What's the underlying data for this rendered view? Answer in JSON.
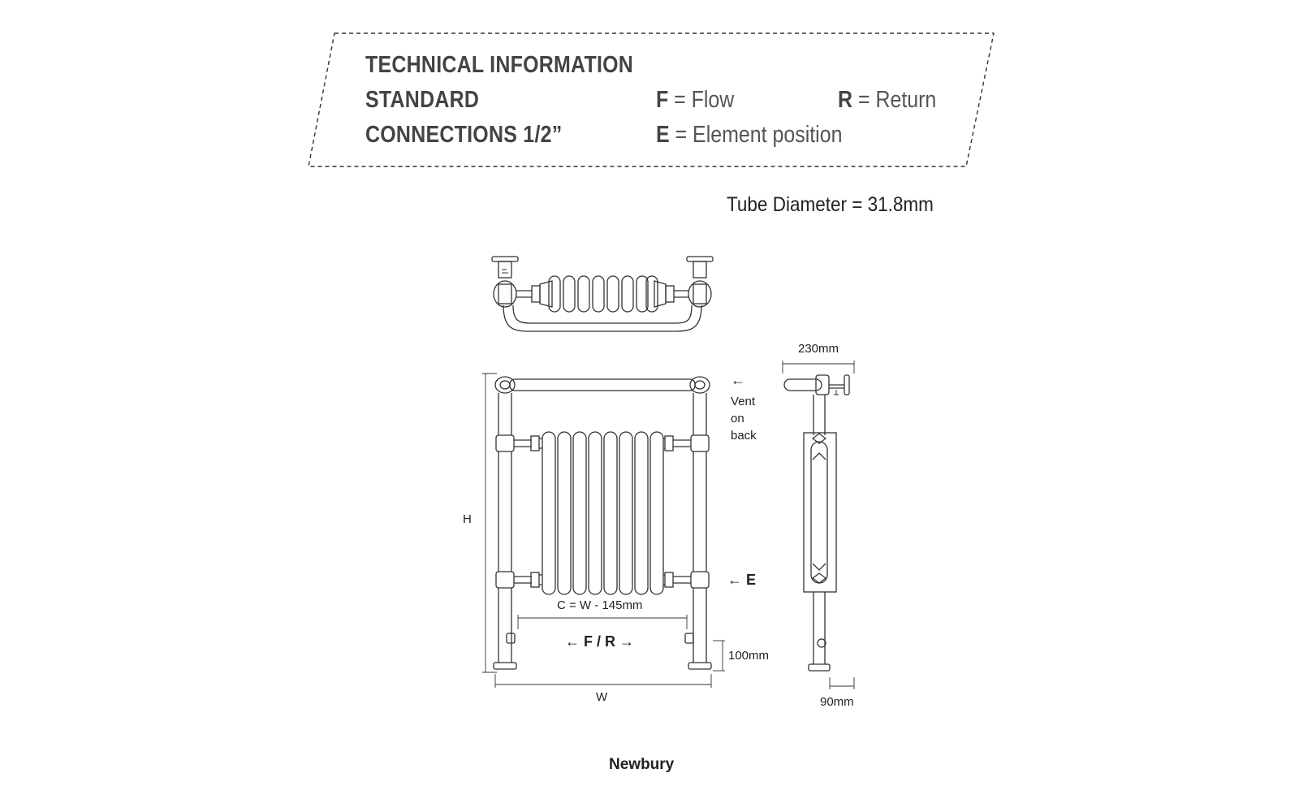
{
  "header": {
    "title": "TECHNICAL INFORMATION",
    "line2_left": "STANDARD",
    "line3_left": "CONNECTIONS 1/2”"
  },
  "legend": {
    "flow_key": "F",
    "flow_text": " = Flow",
    "return_key": "R",
    "return_text": " = Return",
    "element_key": "E",
    "element_text": " = Element position"
  },
  "tube_diameter": "Tube Diameter = 31.8mm",
  "front_view": {
    "height_label": "H",
    "width_label": "W",
    "centres_label": "C = W - 145mm",
    "flow_return_label": "← F / R →",
    "connection_height_label": "100mm",
    "vent_arrow": "←",
    "vent_line1": "Vent",
    "vent_line2": "on",
    "vent_line3": "back",
    "element_label": "← E"
  },
  "side_view": {
    "depth_label": "230mm",
    "offset_label": "90mm"
  },
  "product_name": "Newbury"
}
